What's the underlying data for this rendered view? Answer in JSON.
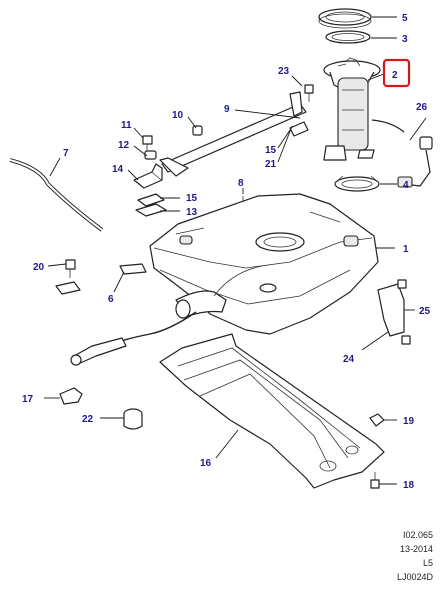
{
  "diagram": {
    "callouts": {
      "c1": "1",
      "c2": "2",
      "c3": "3",
      "c4": "4",
      "c5": "5",
      "c6": "6",
      "c7": "7",
      "c8": "8",
      "c9": "9",
      "c10": "10",
      "c11": "11",
      "c12": "12",
      "c13": "13",
      "c14": "14",
      "c15a": "15",
      "c15b": "15",
      "c16": "16",
      "c17": "17",
      "c18": "18",
      "c19": "19",
      "c20": "20",
      "c21": "21",
      "c22": "22",
      "c23": "23",
      "c24": "24",
      "c25": "25",
      "c26": "26"
    },
    "highlighted_callout": "2",
    "highlight_color": "#d21a1a",
    "callout_color": "#1f1a8a"
  },
  "reference": {
    "code": "I02.065",
    "date": "13-2014",
    "level": "L5",
    "drawing_id": "LJ0024D"
  }
}
